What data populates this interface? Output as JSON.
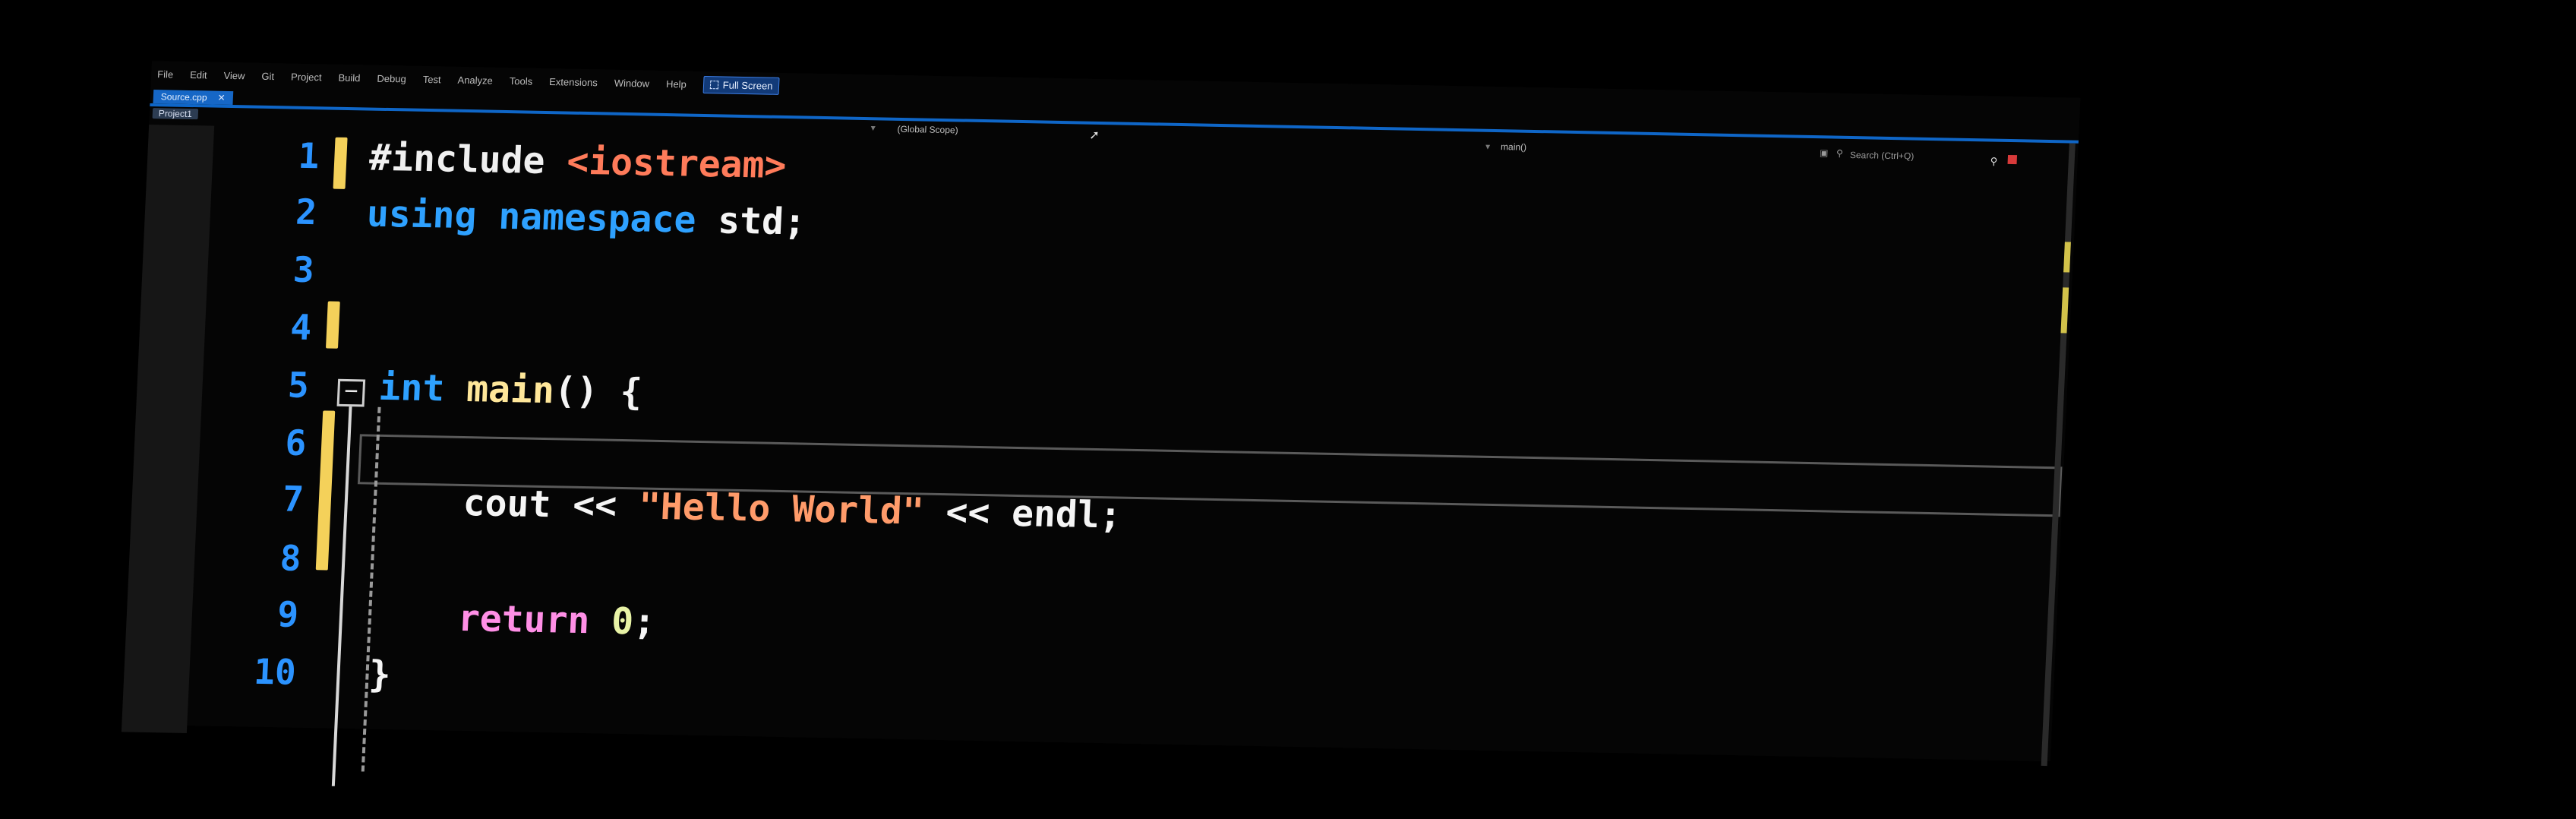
{
  "menu": {
    "items": [
      "File",
      "Edit",
      "View",
      "Git",
      "Project",
      "Build",
      "Debug",
      "Test",
      "Analyze",
      "Tools",
      "Extensions",
      "Window",
      "Help"
    ],
    "fullscreen_label": "Full Screen"
  },
  "tabs": {
    "doc_tab_label": "Source.cpp"
  },
  "navbar": {
    "project": "Project1",
    "scope": "(Global Scope)",
    "member": "main()",
    "search_placeholder": "Search (Ctrl+Q)"
  },
  "code": {
    "lines": [
      {
        "num": "1"
      },
      {
        "num": "2"
      },
      {
        "num": "3"
      },
      {
        "num": "4"
      },
      {
        "num": "5"
      },
      {
        "num": "6"
      },
      {
        "num": "7"
      },
      {
        "num": "8"
      },
      {
        "num": "9"
      },
      {
        "num": "10"
      }
    ],
    "include_directive": "#include",
    "include_header": "<iostream>",
    "using_kw": "using",
    "namespace_kw": "namespace",
    "std_text": " std;",
    "int_kw": "int",
    "main_fn": "main",
    "main_rest": "() {",
    "cout_text": "cout << ",
    "string_literal": "\"Hello World\"",
    "endl_text": " << endl;",
    "return_kw": "return",
    "zero": "0",
    "semicolon": ";",
    "close_brace": "}"
  },
  "colors": {
    "accent": "#1667c6",
    "keyword": "#2ea1ff",
    "string": "#ff9b6a",
    "change_marker": "#f4d15a"
  }
}
